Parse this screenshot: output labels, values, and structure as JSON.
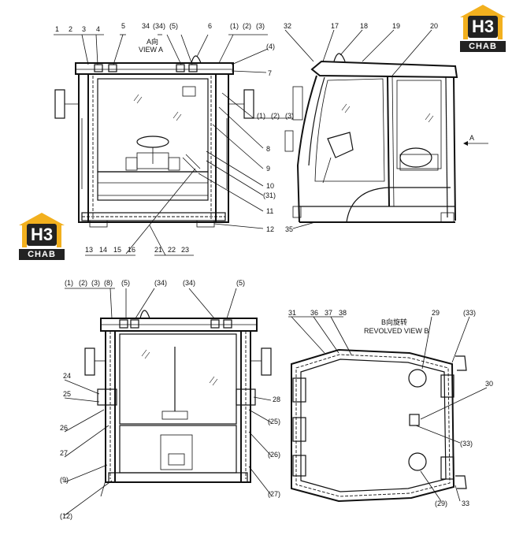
{
  "logos": [
    {
      "mark": "H3",
      "word": "CHAB"
    },
    {
      "mark": "H3",
      "word": "CHAB"
    }
  ],
  "view_a": {
    "title_cn": "A向",
    "title_en": "VIEW A",
    "top_labels": [
      "1",
      "2",
      "3",
      "4",
      "5",
      "34",
      "(34)",
      "(5)",
      "6",
      "(1)",
      "(2)",
      "(3)"
    ],
    "right_labels": [
      "(4)",
      "7",
      "(1)",
      "(2)",
      "(3)",
      "8",
      "9",
      "10",
      "(31)",
      "11",
      "12"
    ],
    "bottom_labels": [
      "13",
      "14",
      "15",
      "16",
      "21",
      "22",
      "23"
    ]
  },
  "side_view": {
    "labels": [
      "32",
      "17",
      "18",
      "19",
      "20",
      "A",
      "35"
    ]
  },
  "rear_view": {
    "top_labels": [
      "(1)",
      "(2)",
      "(3)",
      "(8)",
      "(5)",
      "(34)",
      "(34)",
      "(5)"
    ],
    "left_labels": [
      "24",
      "25",
      "26",
      "27",
      "(9)",
      "(12)"
    ],
    "right_labels": [
      "28",
      "(25)",
      "(26)",
      "(27)"
    ]
  },
  "view_b": {
    "title_cn": "B向旋转",
    "title_en": "REVOLVED VIEW B",
    "labels": [
      "31",
      "36",
      "37",
      "38",
      "29",
      "(33)",
      "30",
      "(33)",
      "(29)",
      "33"
    ]
  }
}
